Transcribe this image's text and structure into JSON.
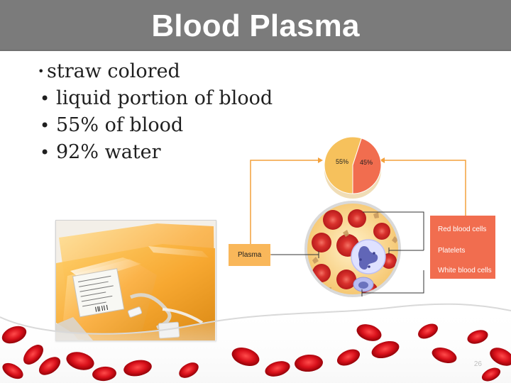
{
  "slide": {
    "title": "Blood Plasma",
    "page_number": "26"
  },
  "bullets": [
    "straw colored",
    "liquid portion of blood",
    "55% of blood",
    "92% water"
  ],
  "diagram": {
    "pie": {
      "plasma_percent_label": "55%",
      "cells_percent_label": "45%",
      "plasma_fraction": 0.55,
      "cells_fraction": 0.45,
      "plasma_color": "#f6c15c",
      "cells_color": "#f16d4f"
    },
    "labels": {
      "plasma": "Plasma",
      "red_blood_cells": "Red blood cells",
      "platelets": "Platelets",
      "white_blood_cells": "White blood cells"
    },
    "colors": {
      "label_box": "#f9b75a",
      "legend_box": "#f16d4f",
      "connector": "#f4a13b",
      "line": "#333333"
    }
  },
  "photo": {
    "subject": "plasma-bags"
  },
  "background": {
    "bottom_decoration": "red-blood-cells-banner"
  }
}
